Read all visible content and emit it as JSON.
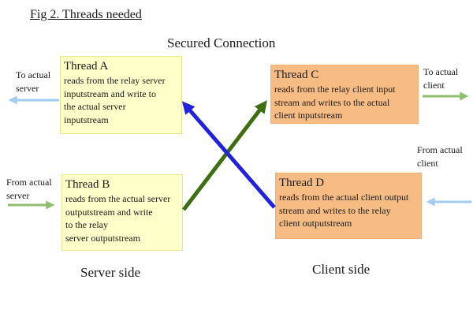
{
  "title": "Fig 2. Threads needed",
  "subtitle": "Secured Connection",
  "threads": [
    {
      "name": "Thread A",
      "desc": "reads from the relay server\ninputstream and write to\nthe actual server\ninputstream"
    },
    {
      "name": "Thread B",
      "desc": "reads from the actual server\noutputstream and write\nto the relay\nserver outputstream"
    },
    {
      "name": "Thread C",
      "desc": "reads from the relay client input\nstream and writes to the actual\nclient inputstream"
    },
    {
      "name": "Thread D",
      "desc": "reads from the actual client output\nstream and writes to the relay\nclient outputstream"
    }
  ],
  "labels": {
    "to_actual_server": "To actual\nserver",
    "from_actual_server": "From actual\nserver",
    "to_actual_client": "To actual\nclient",
    "from_actual_client": "From actual\nclient",
    "server_side": "Server side",
    "client_side": "Client side"
  },
  "colors": {
    "box_yellow": "#FFFFC9",
    "box_yellow_border": "#E6E68A",
    "box_orange": "#F7BC84",
    "arrow_light_blue": "#A3CCF2",
    "arrow_green": "#8FBE6E",
    "arrow_dark_green": "#3E6E12",
    "arrow_blue": "#2222DD",
    "text": "#1A1A1A"
  }
}
